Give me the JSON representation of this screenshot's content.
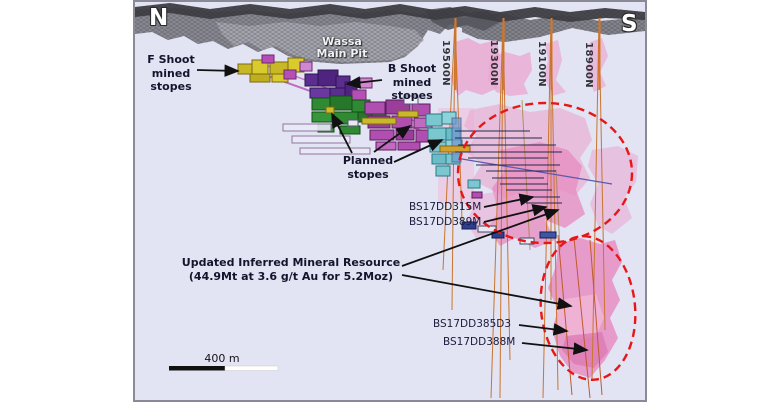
{
  "compass": {
    "north": "N",
    "south": "S"
  },
  "pit": {
    "name_line1": "Wassa",
    "name_line2": "Main Pit"
  },
  "annotations": {
    "f_shoot": {
      "lines": [
        "F Shoot",
        "mined",
        "stopes"
      ]
    },
    "b_shoot": {
      "lines": [
        "B Shoot",
        "mined",
        "stopes"
      ]
    },
    "planned": {
      "lines": [
        "Planned",
        "stopes"
      ]
    },
    "resource": {
      "line1": "Updated Inferred Mineral Resource",
      "line2": "(44.9Mt at 3.6 g/t Au for 5.2Moz)"
    }
  },
  "sections": {
    "labels": [
      "19500N",
      "19300N",
      "19100N",
      "18900N"
    ]
  },
  "drill_holes": {
    "upper": [
      "BS17DD315M",
      "BS17DD389M"
    ],
    "lower": [
      "BS17DD385D3",
      "BS17DD388M"
    ]
  },
  "scale_bar": {
    "label": "400 m"
  },
  "colors": {
    "background": "#e2e3f3",
    "resource_ellipse": "#e81717",
    "mineralization_pink": "#ec9ecb",
    "drill_trace_orange": "#c9752f",
    "f_shoot_yellow": "#c9b826",
    "b_shoot_purple": "#5b2d8f",
    "green_stopes": "#2f8a33",
    "planned_magenta": "#b04fb0",
    "teal_stopes": "#7ac7cf",
    "pit_gray": "#83838c"
  }
}
